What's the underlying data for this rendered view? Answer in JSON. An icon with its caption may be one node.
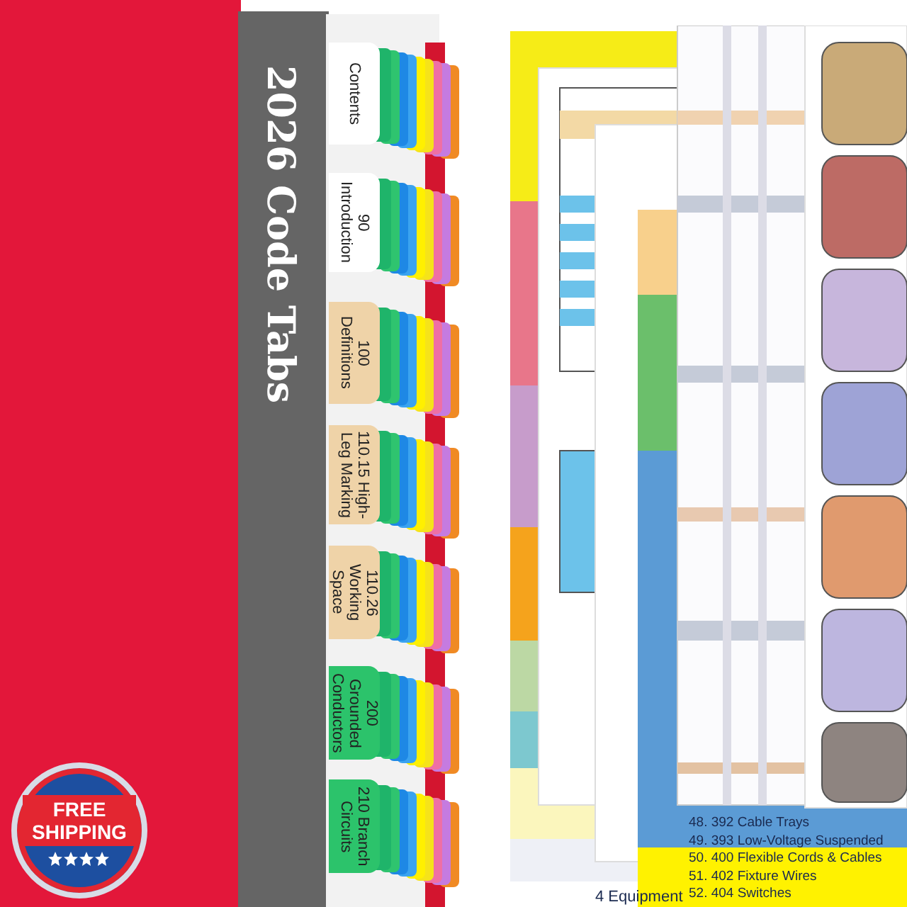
{
  "diagram": {
    "nodes": [
      {
        "text": [
          "Contents"
        ]
      },
      {
        "text": [
          "90 Introduction"
        ]
      },
      {
        "text": [
          "100 Definitions"
        ]
      },
      {
        "text": [
          "110.15 High-Leg Marking"
        ]
      },
      {
        "text": [
          "110.26 Working Space"
        ]
      },
      {
        "text": [
          "200 Grounded Conductors"
        ]
      },
      {
        "text": [
          "210 Branch Circuits"
        ]
      },
      {
        "text": [
          "FREE SHIPPING"
        ]
      }
    ],
    "labels": [
      "2026 Code Tabs",
      "48. 392 Cable Trays",
      "49. 393 Low-Voltage Suspended",
      "50. 400 Flexible Cords & Cables",
      "51. 402 Fixture Wires",
      "52. 404 Switches",
      "4 Equipment"
    ]
  }
}
